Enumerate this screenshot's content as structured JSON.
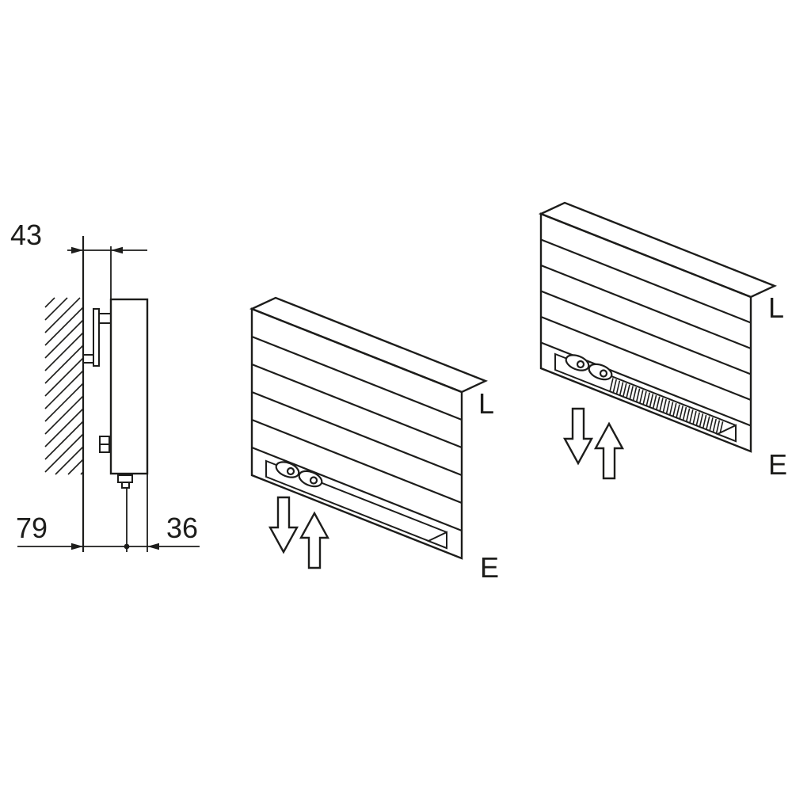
{
  "colors": {
    "background": "#ffffff",
    "line": "#1d1d1b"
  },
  "side_view": {
    "dim_top": "43",
    "dim_bottom_left": "79",
    "dim_bottom_right": "36"
  },
  "radiator_middle": {
    "label_top": "L",
    "label_bottom": "E"
  },
  "radiator_right": {
    "label_top": "L",
    "label_bottom": "E"
  }
}
